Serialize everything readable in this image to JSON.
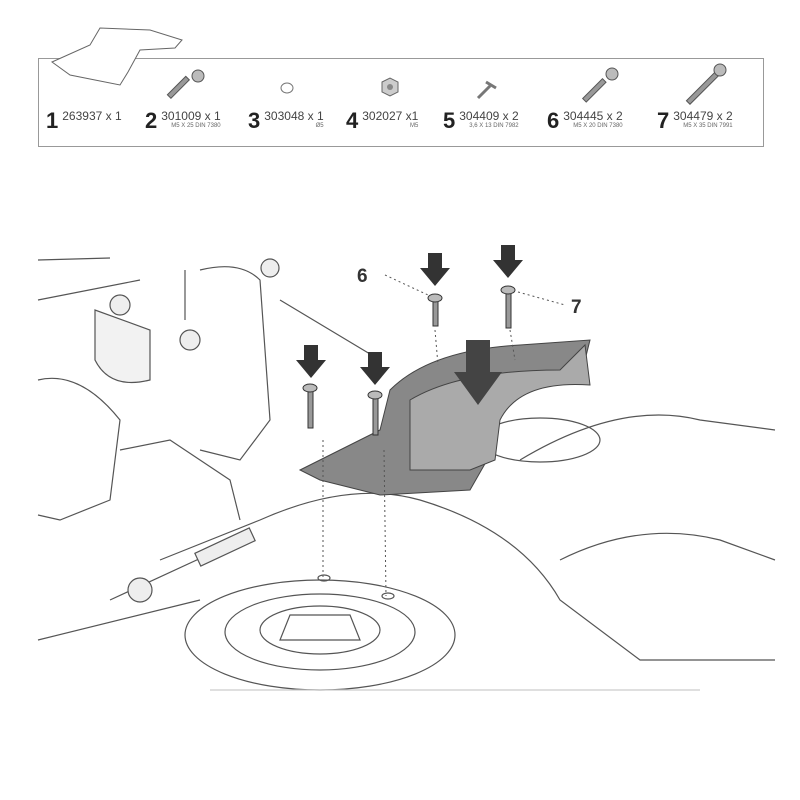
{
  "parts": [
    {
      "number": "1",
      "code": "263937 x 1",
      "spec": ""
    },
    {
      "number": "2",
      "code": "301009 x 1",
      "spec": "M5 X 25 DIN 7380"
    },
    {
      "number": "3",
      "code": "303048 x 1",
      "spec": "Ø5"
    },
    {
      "number": "4",
      "code": "302027 x1",
      "spec": "M5"
    },
    {
      "number": "5",
      "code": "304409 x 2",
      "spec": "3,6 X 13 DIN 7982"
    },
    {
      "number": "6",
      "code": "304445 x 2",
      "spec": "M5 X 20 DIN 7380"
    },
    {
      "number": "7",
      "code": "304479 x 2",
      "spec": "M5 X 35 DIN 7991"
    }
  ],
  "callouts": {
    "six": "6",
    "seven": "7"
  }
}
